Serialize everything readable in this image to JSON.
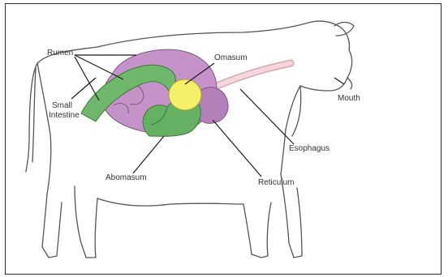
{
  "diagram": {
    "labels": {
      "rumen": "Rumen",
      "omasum": "Omasum",
      "small_intestine_line1": "Small",
      "small_intestine_line2": "Intestine",
      "mouth": "Mouth",
      "esophagus": "Esophagus",
      "abomasum": "Abomasum",
      "reticulum": "Reticulum"
    },
    "colors": {
      "rumen": "#c592c9",
      "reticulum": "#b57fb9",
      "omasum": "#f5f06a",
      "intestine": "#6fb86b",
      "abomasum": "#66b064",
      "esophagus": "#f0c8d0",
      "outline": "#555555"
    }
  }
}
